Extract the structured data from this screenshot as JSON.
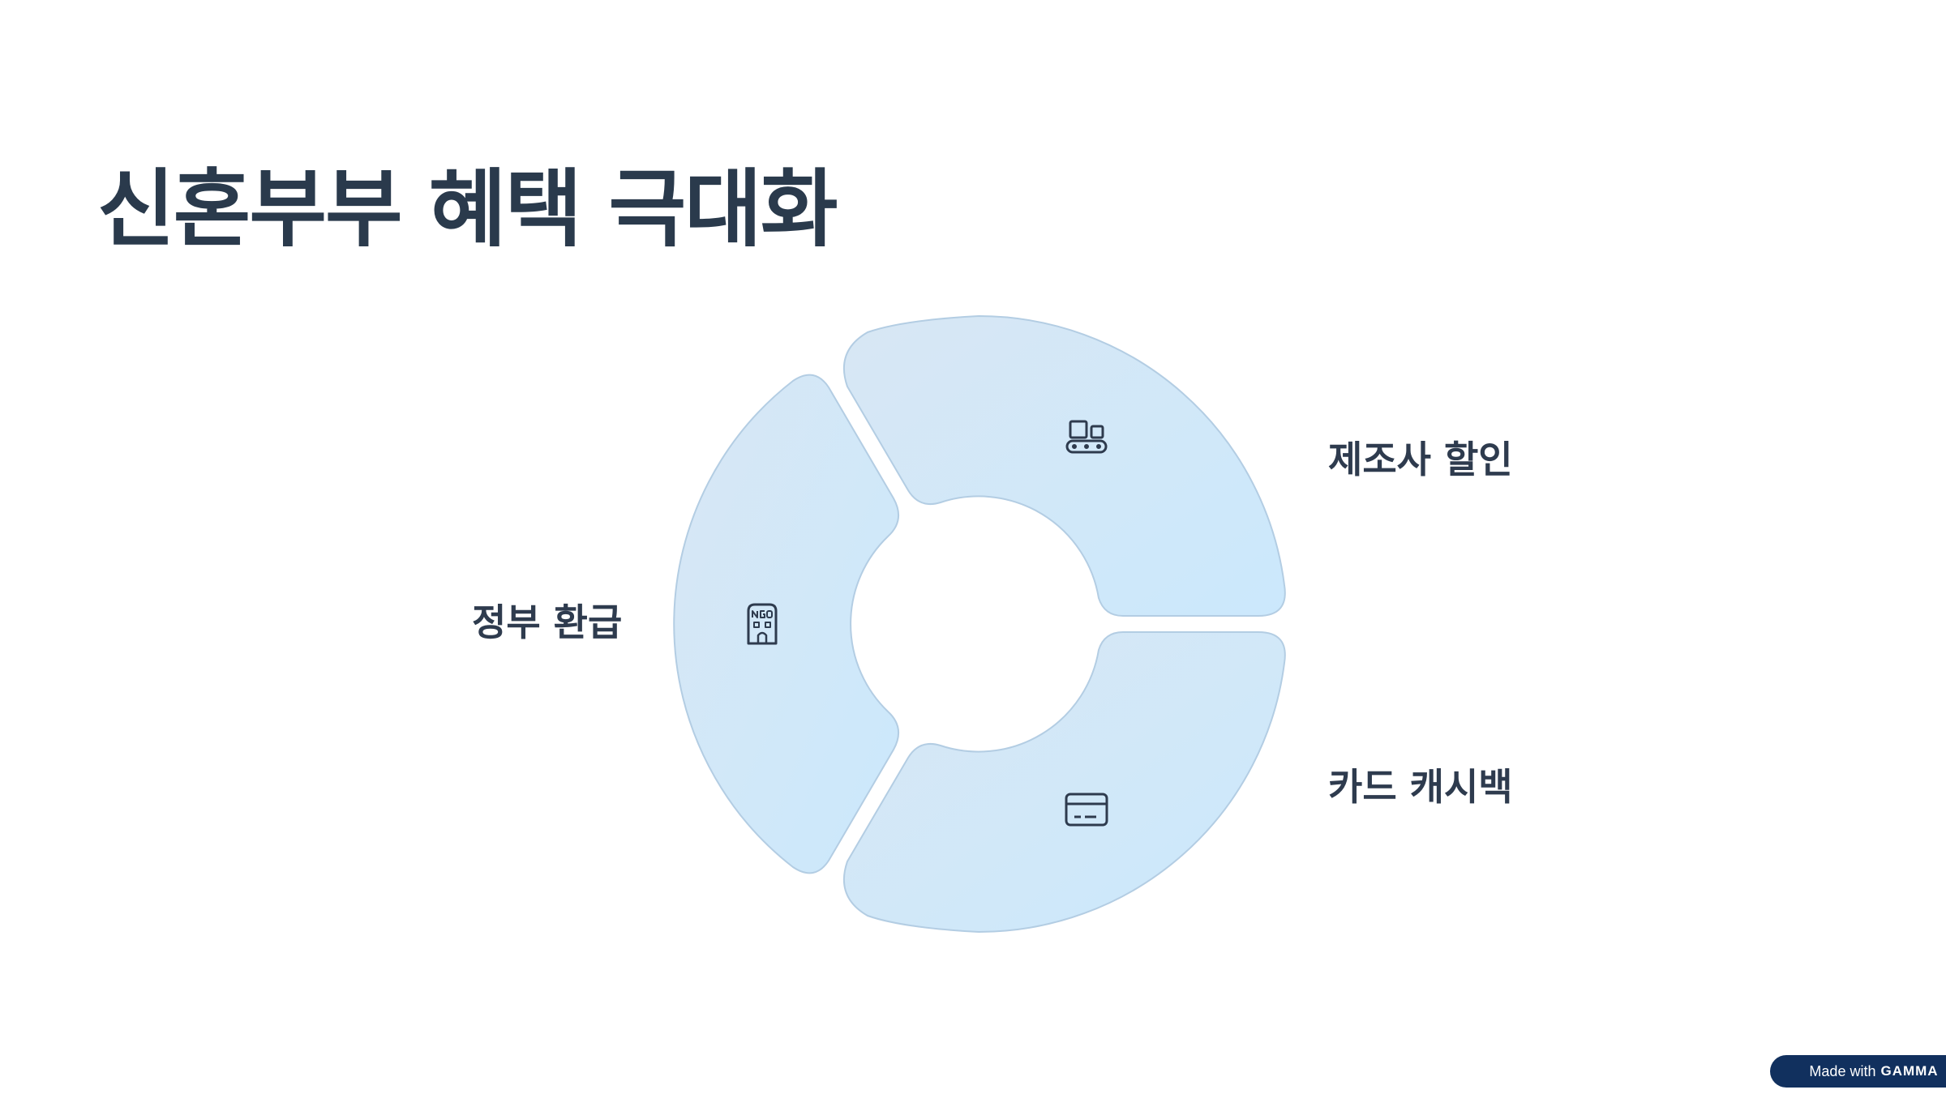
{
  "slide": {
    "title": "신혼부부 혜택 극대화"
  },
  "segments": [
    {
      "label": "제조사 할인",
      "icon": "conveyor-belt-icon"
    },
    {
      "label": "정부 환급",
      "icon": "ngo-building-icon"
    },
    {
      "label": "카드 캐시백",
      "icon": "credit-card-icon"
    }
  ],
  "colors": {
    "fill_light": "#d6e8f6",
    "fill_mid": "#cde8fb",
    "stroke": "#b3cde3",
    "icon": "#2e3b4e",
    "text": "#2a3a4c"
  },
  "badge": {
    "prefix": "Made with",
    "brand": "GAMMA"
  }
}
